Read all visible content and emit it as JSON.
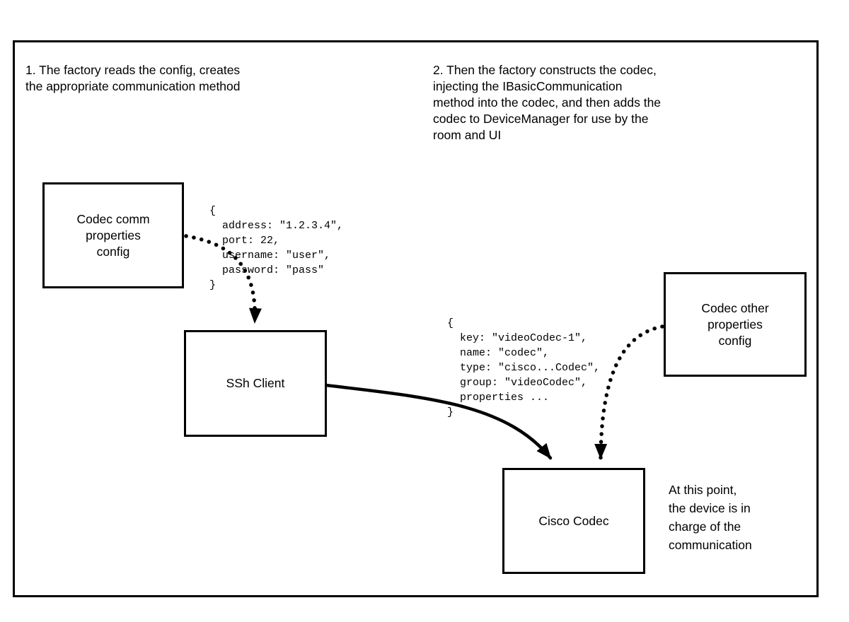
{
  "diagram": {
    "notes": {
      "step1": [
        "1. The factory reads the config, creates",
        "the appropriate communication method"
      ],
      "step2": [
        "2. Then the factory constructs the codec,",
        "injecting the IBasicCommunication",
        "method into the codec, and then adds the",
        "codec to DeviceManager for use by the",
        "room and UI"
      ],
      "device_charge": [
        "At this point,",
        "the device is in",
        "charge of the",
        "communication"
      ]
    },
    "boxes": {
      "codec_comm": [
        "Codec comm",
        "properties",
        "config"
      ],
      "ssh_client": "SSh Client",
      "codec_other": [
        "Codec other",
        "properties",
        "config"
      ],
      "cisco_codec": "Cisco Codec"
    },
    "snippets": {
      "comm_config": [
        "{",
        "  address: \"1.2.3.4\",",
        "  port: 22,",
        "  username: \"user\",",
        "  password: \"pass\"",
        "}"
      ],
      "codec_config": [
        "{",
        "  key: \"videoCodec-1\",",
        "  name: \"codec\",",
        "  type: \"cisco...Codec\",",
        "  group: \"videoCodec\",",
        "  properties ...",
        "}"
      ]
    },
    "colors": {
      "line": "#000000",
      "background": "#ffffff"
    }
  }
}
